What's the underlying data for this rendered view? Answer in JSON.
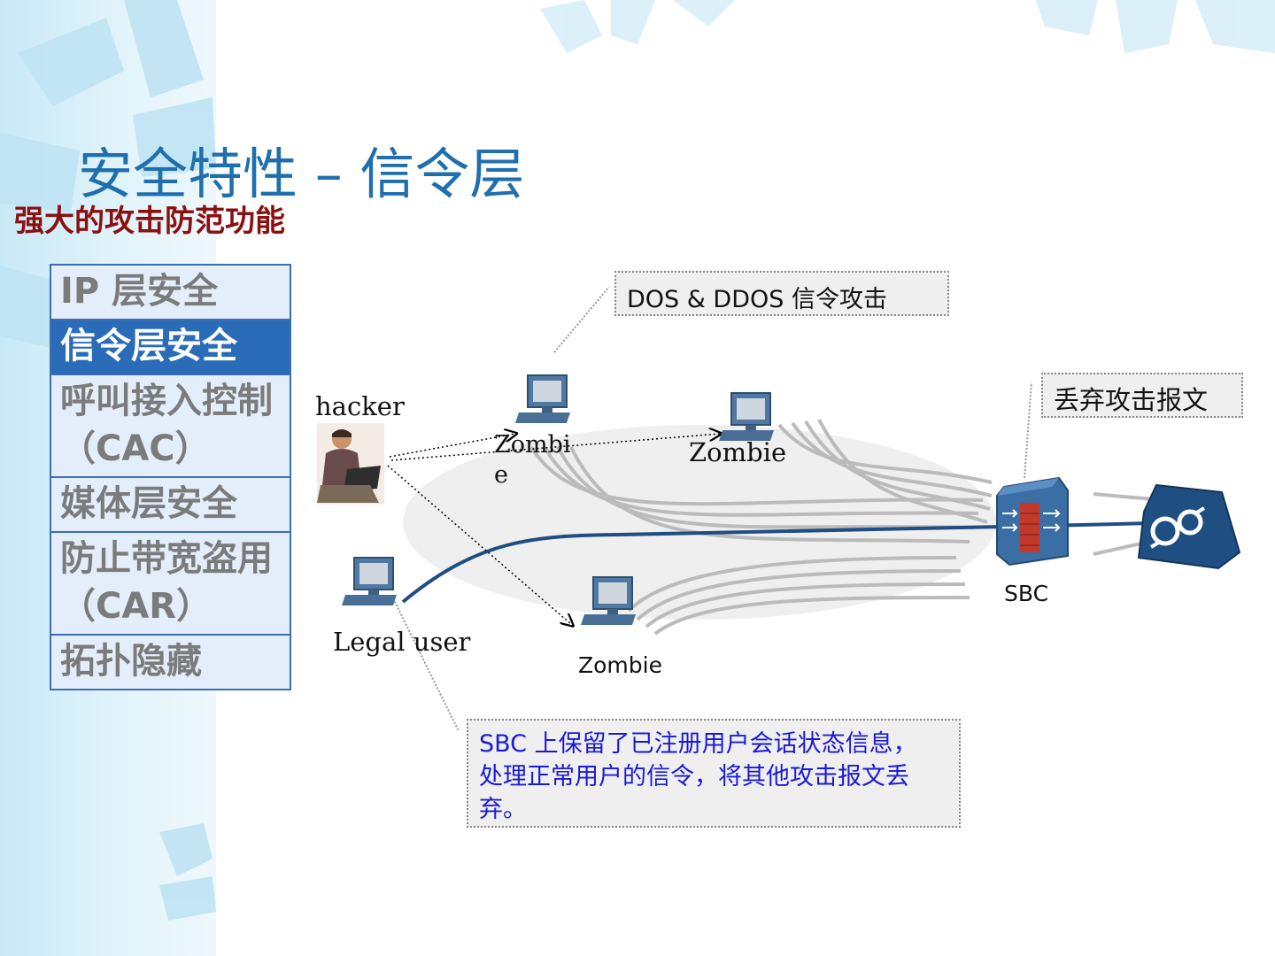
{
  "title": "安全特性 – 信令层",
  "subtitle": "强大的攻击防范功能",
  "menu": {
    "items": [
      {
        "label": "IP  层安全",
        "active": false
      },
      {
        "label": "信令层安全",
        "active": true
      },
      {
        "label": "呼叫接入控制（CAC）",
        "active": false
      },
      {
        "label": "媒体层安全",
        "active": false
      },
      {
        "label": "防止带宽盗用（CAR）",
        "active": false
      },
      {
        "label": "拓扑隐藏",
        "active": false
      }
    ]
  },
  "diagram": {
    "hacker_label": "hacker",
    "legal_user_label": "Legal user",
    "zombie_top_left_label": "Zombie",
    "zombie_top_right_label": "Zombie",
    "zombie_bottom_label": "Zombie",
    "sbc_label": "SBC",
    "callout_dos": "DOS & DDOS  信令攻击",
    "callout_drop": "丢弃攻击报文",
    "callout_sbc": "SBC 上保留了已注册用户会话状态信息，处理正常用户的信令，将其他攻击报文丢弃。"
  },
  "colors": {
    "title": "#1f6fae",
    "subtitle": "#8b1010",
    "menu_active_bg": "#2a6cb8",
    "menu_bg": "#e4eefb",
    "legal_path": "#1f4e82",
    "sbc_note_text": "#1a1ad6"
  }
}
